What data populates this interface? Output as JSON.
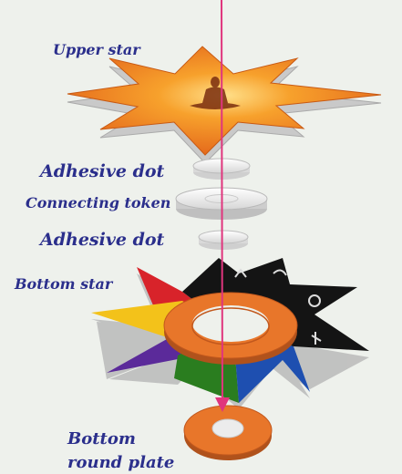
{
  "labels": {
    "upper_star": "Upper star",
    "adhesive_dot_1": "Adhesive dot",
    "connecting_token": "Connecting token",
    "adhesive_dot_2": "Adhesive dot",
    "bottom_star": "Bottom star",
    "bottom_round_plate_line1": "Bottom",
    "bottom_round_plate_line2": "round plate"
  },
  "colors": {
    "label_text": "#2b2f8c",
    "axis_arrow": "#e0357d",
    "background": "#eef1ec",
    "upper_star": "#f08a1e",
    "ring_orange": "#e8762a",
    "disc_white": "#f2f2f2",
    "star_segments": [
      "#111111",
      "#111111",
      "#111111",
      "#111111",
      "#1e4fb0",
      "#2a7d1f",
      "#5b2a9a",
      "#f3c21a",
      "#d8232a",
      "#e8762a"
    ]
  },
  "icons": [
    "meditating-figure-icon",
    "zodiac-symbol-icon"
  ]
}
